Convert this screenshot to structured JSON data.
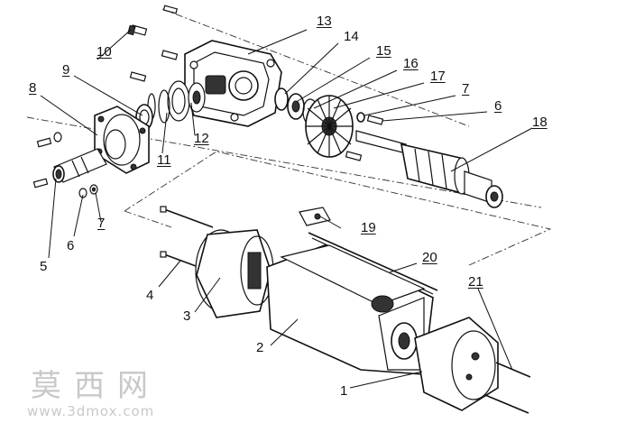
{
  "diagram": {
    "type": "exploded-view parts drawing",
    "line_color": "#111111",
    "label_color": "#111111",
    "watermark_color": "#c9c9c9",
    "callouts": [
      {
        "id": "1",
        "label": "1"
      },
      {
        "id": "2",
        "label": "2"
      },
      {
        "id": "3",
        "label": "3"
      },
      {
        "id": "4",
        "label": "4"
      },
      {
        "id": "5",
        "label": "5"
      },
      {
        "id": "6a",
        "label": "6"
      },
      {
        "id": "6b",
        "label": "6"
      },
      {
        "id": "7a",
        "label": "7"
      },
      {
        "id": "7b",
        "label": "7"
      },
      {
        "id": "8",
        "label": "8"
      },
      {
        "id": "9",
        "label": "9"
      },
      {
        "id": "10",
        "label": "10"
      },
      {
        "id": "11",
        "label": "11"
      },
      {
        "id": "12",
        "label": "12"
      },
      {
        "id": "13",
        "label": "13"
      },
      {
        "id": "14",
        "label": "14"
      },
      {
        "id": "15",
        "label": "15"
      },
      {
        "id": "16",
        "label": "16"
      },
      {
        "id": "17",
        "label": "17"
      },
      {
        "id": "18",
        "label": "18"
      },
      {
        "id": "19",
        "label": "19"
      },
      {
        "id": "20",
        "label": "20"
      },
      {
        "id": "21",
        "label": "21"
      }
    ]
  },
  "watermark": {
    "chinese": "莫西网",
    "url": "www.3dmox.com"
  }
}
